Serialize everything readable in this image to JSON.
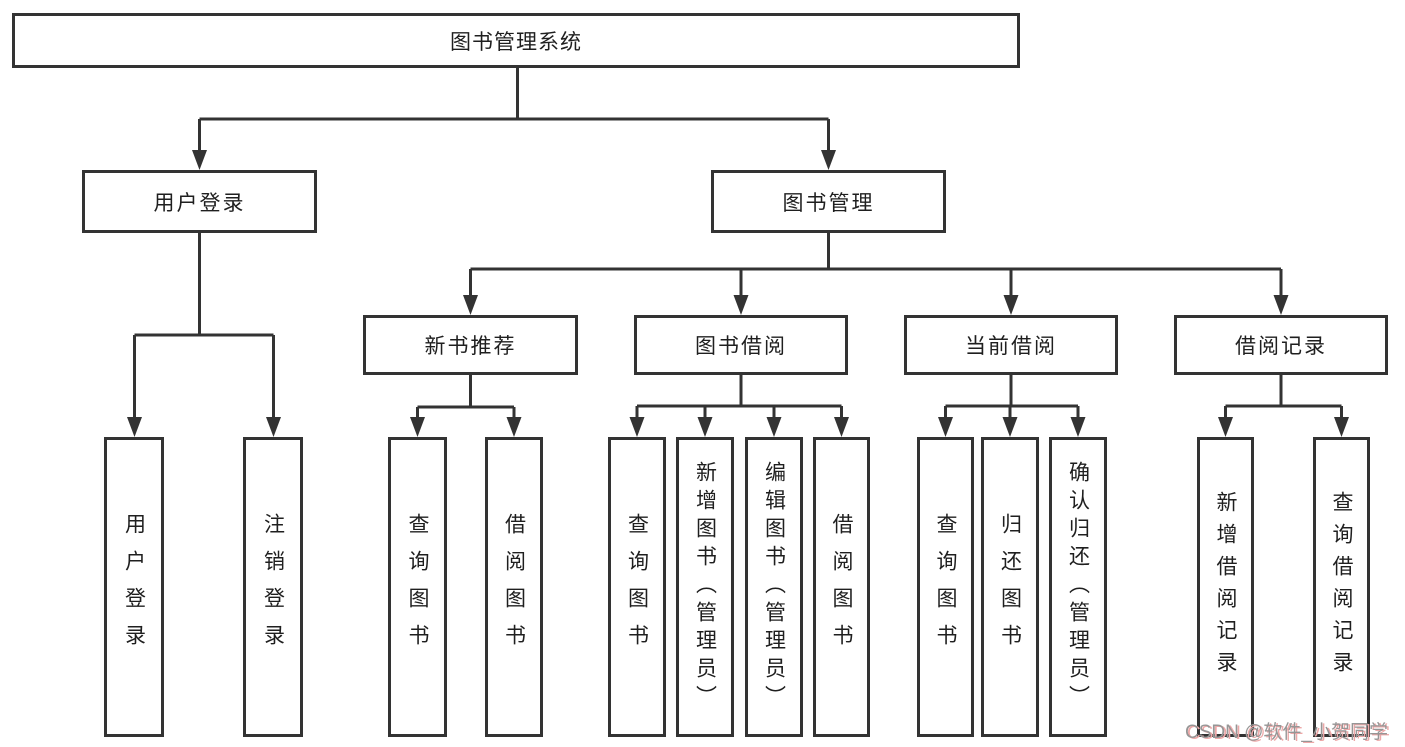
{
  "tree": {
    "root": {
      "label": "图书管理系统"
    },
    "level2": [
      {
        "label": "用户登录",
        "children": [
          {
            "label": "用户登录"
          },
          {
            "label": "注销登录"
          }
        ]
      },
      {
        "label": "图书管理",
        "children": [
          {
            "label": "新书推荐",
            "children": [
              {
                "label": "查询图书"
              },
              {
                "label": "借阅图书"
              }
            ]
          },
          {
            "label": "图书借阅",
            "children": [
              {
                "label": "查询图书"
              },
              {
                "label": "新增图书（管理员）"
              },
              {
                "label": "编辑图书（管理员）"
              },
              {
                "label": "借阅图书"
              }
            ]
          },
          {
            "label": "当前借阅",
            "children": [
              {
                "label": "查询图书"
              },
              {
                "label": "归还图书"
              },
              {
                "label": "确认归还（管理员）"
              }
            ]
          },
          {
            "label": "借阅记录",
            "children": [
              {
                "label": "新增借阅记录"
              },
              {
                "label": "查询借阅记录"
              }
            ]
          }
        ]
      }
    ]
  },
  "watermark": {
    "text": "CSDN @软件_小贺同学"
  },
  "colors": {
    "line": "#333333",
    "box_border": "#333333",
    "text": "#1f1f1f",
    "background": "#ffffff",
    "watermark_gray": "#969696",
    "watermark_pink": "#eda8a8"
  }
}
